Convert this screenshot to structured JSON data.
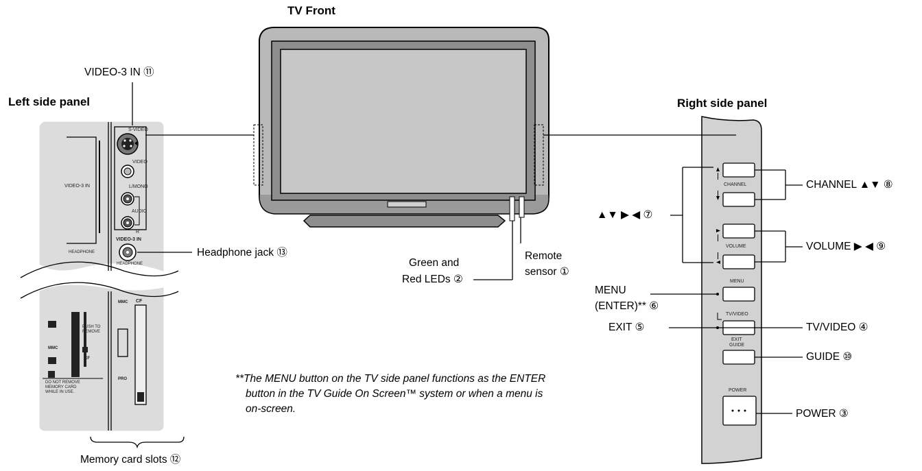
{
  "headings": {
    "tv_front": "TV Front",
    "left_panel": "Left side panel",
    "right_panel": "Right side panel"
  },
  "callouts": {
    "video3_in": "VIDEO-3 IN ⑪",
    "headphone_jack": "Headphone jack ⑬",
    "memory_card_slots": "Memory card slots ⑫",
    "green_red_leds_l1": "Green and",
    "green_red_leds_l2": "Red LEDs ②",
    "remote_sensor_l1": "Remote",
    "remote_sensor_l2": "sensor ①",
    "arrows": "▲▼ ▶ ◀ ⑦",
    "menu_l1": "MENU",
    "menu_l2": "(ENTER)** ⑥",
    "exit": "EXIT ⑤",
    "channel": "CHANNEL ▲▼ ⑧",
    "volume": "VOLUME ▶ ◀ ⑨",
    "tv_video": "TV/VIDEO ④",
    "guide": "GUIDE ⑩",
    "power": "POWER ③"
  },
  "footnote": {
    "line1": "**The MENU button on the TV side panel functions as the ENTER",
    "line2": "button in the TV Guide On Screen™ system or when a menu is",
    "line3": "on-screen."
  },
  "left_panel_print": {
    "svideo": "S-VIDEO",
    "video": "VIDEO",
    "lmono": "L/MONO",
    "audio": "AUDIO",
    "r": "R",
    "video3in": "VIDEO-3 IN",
    "headphone": "HEADPHONE",
    "door_video3in": "VIDEO-3 IN",
    "door_headphone": "HEADPHONE",
    "mmc": "MMC",
    "cf": "CF",
    "pro": "PRO",
    "push_to_remove_1": "PUSH TO",
    "push_to_remove_2": "REMOVE",
    "warn1": "DO NOT REMOVE",
    "warn2": "MEMORY CARD",
    "warn3": "WHILE IN USE."
  },
  "right_panel_print": {
    "channel": "CHANNEL",
    "volume": "VOLUME",
    "menu": "MENU",
    "tv_video": "TV/VIDEO",
    "exit": "EXIT",
    "guide": "GUIDE",
    "power": "POWER"
  }
}
